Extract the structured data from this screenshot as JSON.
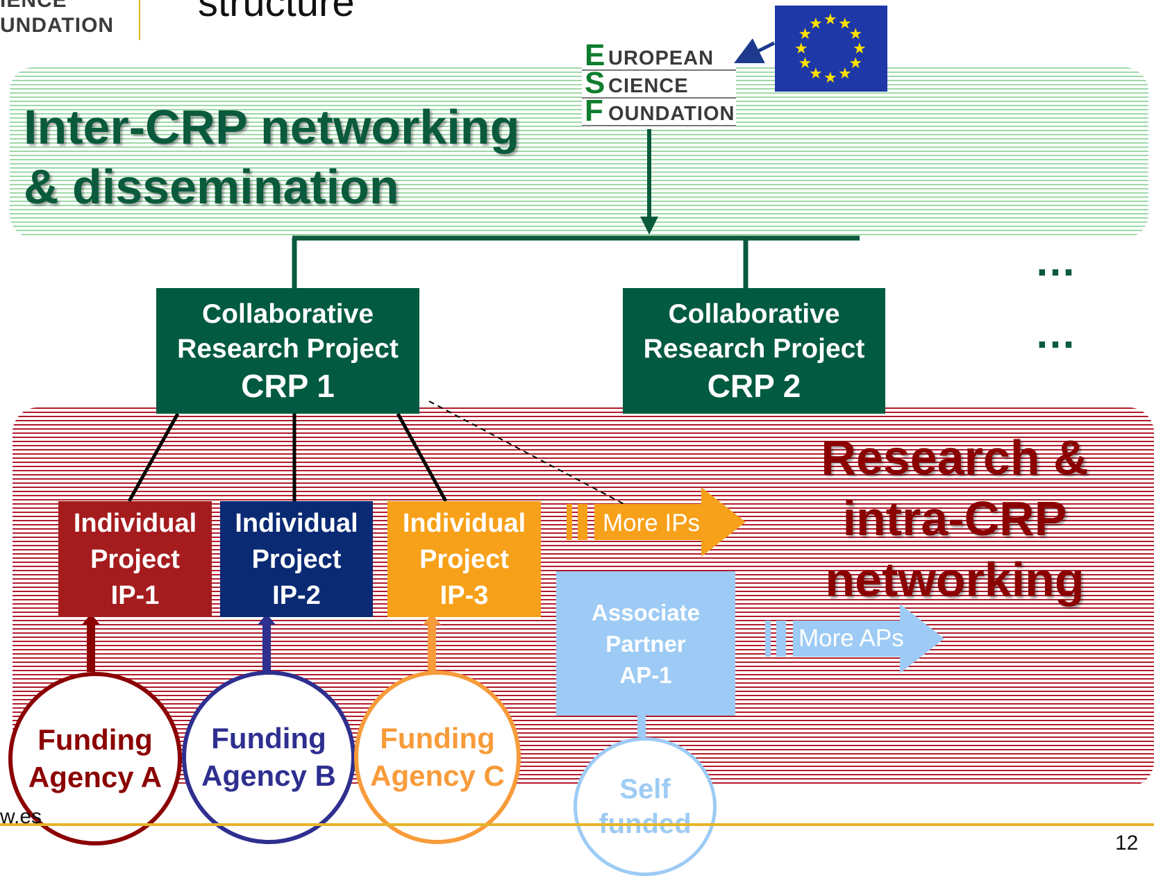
{
  "header": {
    "logo_lines": [
      "IENCE",
      "UNDATION"
    ],
    "slide_title": "structure"
  },
  "esf_logo": {
    "rows": [
      {
        "initial": "E",
        "rest": "UROPEAN"
      },
      {
        "initial": "S",
        "rest": "CIENCE"
      },
      {
        "initial": "F",
        "rest": "OUNDATION"
      }
    ]
  },
  "eu_flag": {
    "icon": "eu-flag-icon",
    "stars": 12,
    "color": "#1f38a8",
    "star_color": "#ffe100"
  },
  "networking_band": {
    "title_line1": "Inter-CRP networking",
    "title_line2": "& dissemination",
    "color": "#0a5a3c"
  },
  "crps": [
    {
      "line1": "Collaborative",
      "line2": "Research Project",
      "name": "CRP 1"
    },
    {
      "line1": "Collaborative",
      "line2": "Research Project",
      "name": "CRP 2"
    }
  ],
  "ellipsis": [
    "…",
    "…"
  ],
  "research_band": {
    "title_line1": "Research &",
    "title_line2": "intra-CRP",
    "title_line3": "networking",
    "color": "#8b0000"
  },
  "individual_projects": [
    {
      "line1": "Individual",
      "line2": "Project",
      "id": "IP-1",
      "color": "#a51c1f"
    },
    {
      "line1": "Individual",
      "line2": "Project",
      "id": "IP-2",
      "color": "#0b2a74"
    },
    {
      "line1": "Individual",
      "line2": "Project",
      "id": "IP-3",
      "color": "#f7a11a"
    }
  ],
  "more_ips": "More IPs",
  "associate_partner": {
    "line1": "Associate",
    "line2": "Partner",
    "id": "AP-1",
    "color": "#9dcbf5"
  },
  "more_aps": "More APs",
  "funding_agencies": [
    {
      "line1": "Funding",
      "line2": "Agency A",
      "color": "#8b0000"
    },
    {
      "line1": "Funding",
      "line2": "Agency B",
      "color": "#2e2f8f"
    },
    {
      "line1": "Funding",
      "line2": "Agency C",
      "color": "#f89b3a"
    }
  ],
  "self_funded": {
    "line1": "Self",
    "line2": "funded",
    "color": "#9dcbf5"
  },
  "footer": {
    "url": "w.es",
    "page_number": "12"
  }
}
